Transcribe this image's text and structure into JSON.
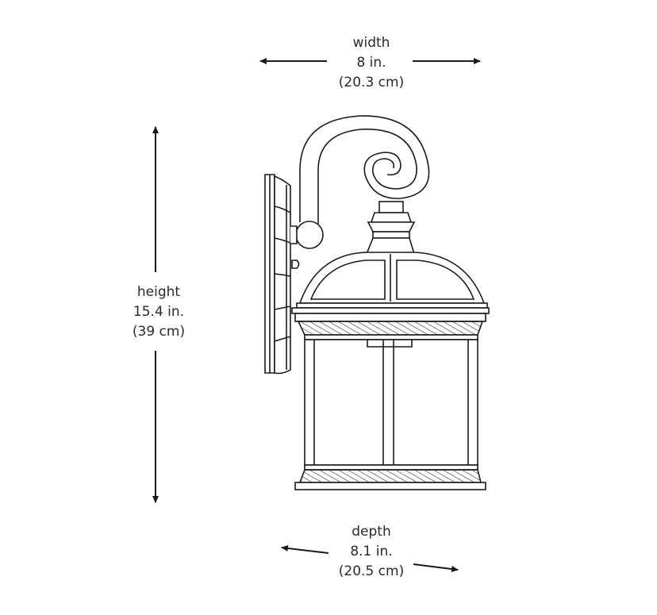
{
  "diagram": {
    "subject": "outdoor wall lantern dimensions",
    "line_color": "#1a1a1a"
  },
  "dimensions": {
    "width": {
      "label": "width",
      "imperial": "8 in.",
      "metric": "(20.3 cm)"
    },
    "height": {
      "label": "height",
      "imperial": "15.4 in.",
      "metric": "(39 cm)"
    },
    "depth": {
      "label": "depth",
      "imperial": "8.1 in.",
      "metric": "(20.5 cm)"
    }
  }
}
